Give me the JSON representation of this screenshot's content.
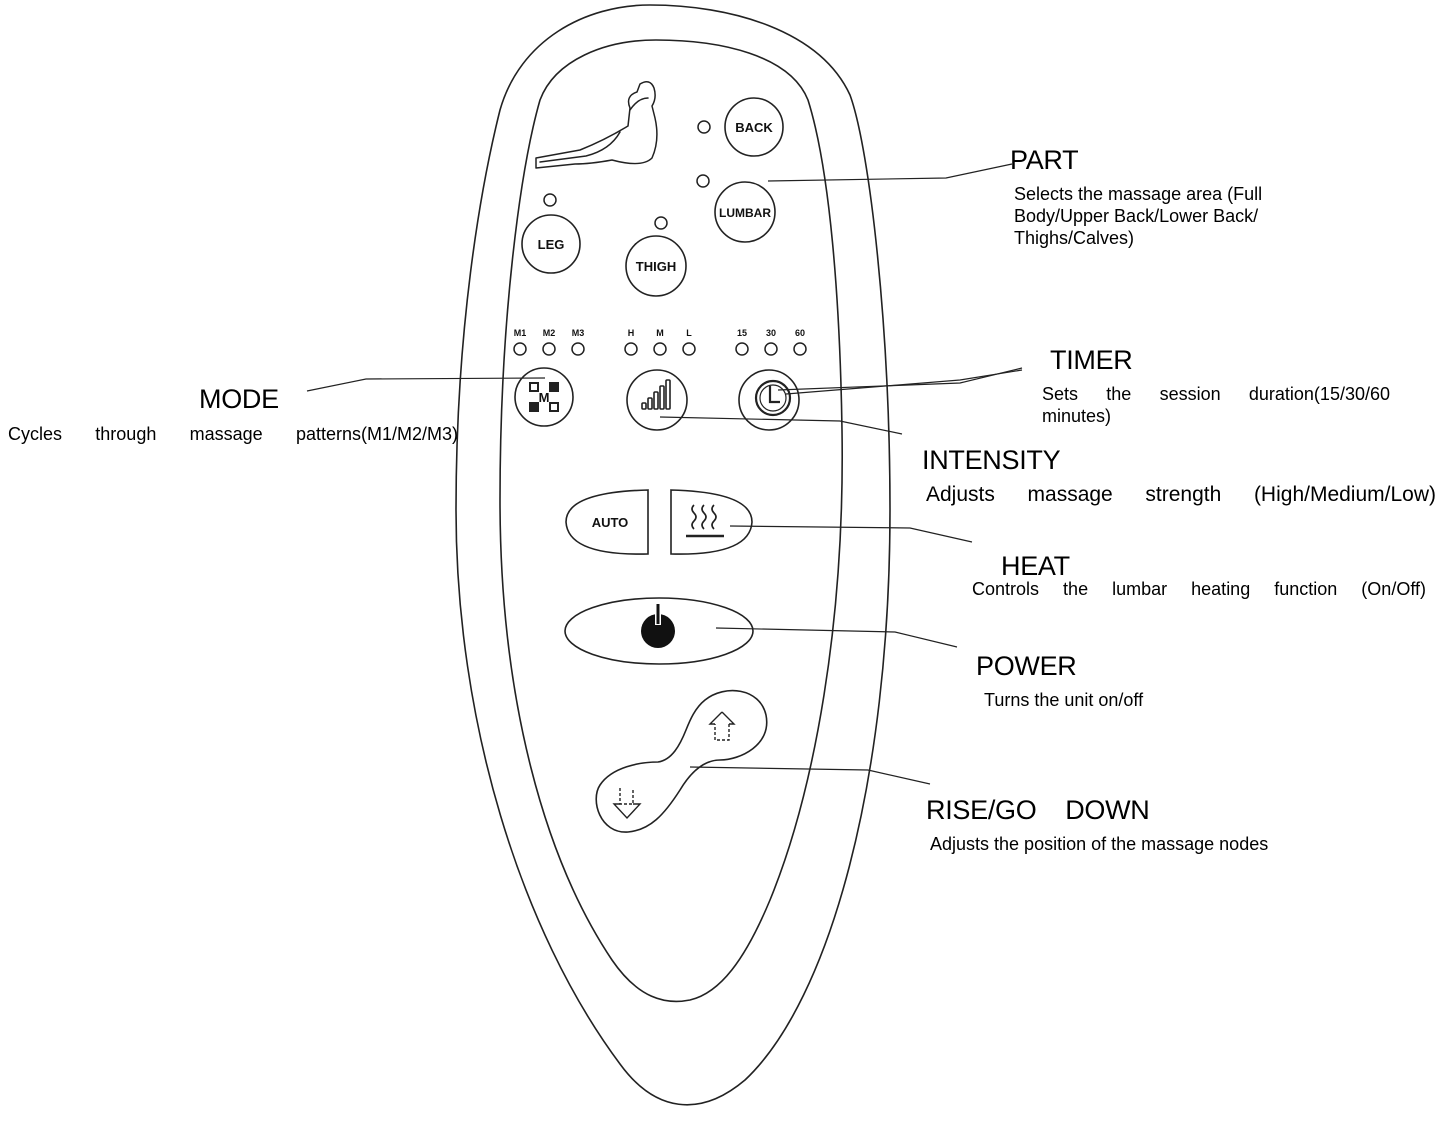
{
  "remote": {
    "part_buttons": {
      "back": "BACK",
      "lumbar": "LUMBAR",
      "leg": "LEG",
      "thigh": "THIGH"
    },
    "mode_indicators": [
      "M1",
      "M2",
      "M3"
    ],
    "intensity_indicators": [
      "H",
      "M",
      "L"
    ],
    "timer_indicators": [
      "15",
      "30",
      "60"
    ],
    "mode_button_glyph": "M",
    "auto_button": "AUTO",
    "icons": [
      "seat-silhouette-icon",
      "mode-grid-icon",
      "signal-bars-icon",
      "clock-icon",
      "heat-waves-icon",
      "power-icon",
      "up-arrow-icon",
      "down-arrow-icon"
    ]
  },
  "callouts": {
    "part": {
      "title": "PART",
      "description": "Selects the massage area (Full Body/Upper Back/Lower Back/ Thighs/Calves)"
    },
    "timer": {
      "title": "TIMER",
      "line1": "Sets the session duration(15/30/60",
      "line2": "minutes)"
    },
    "mode": {
      "title": "MODE",
      "description": "Cycles through massage patterns(M1/M2/M3)"
    },
    "intensity": {
      "title": "INTENSITY",
      "description": "Adjusts massage strength (High/Medium/Low)"
    },
    "heat": {
      "title": "HEAT",
      "description": "Controls the lumbar heating function (On/Off)"
    },
    "power": {
      "title": "POWER",
      "description": "Turns the  unit on/off"
    },
    "rise": {
      "title": "RISE/GO    DOWN",
      "description": "Adjusts the position of the massage nodes"
    }
  }
}
